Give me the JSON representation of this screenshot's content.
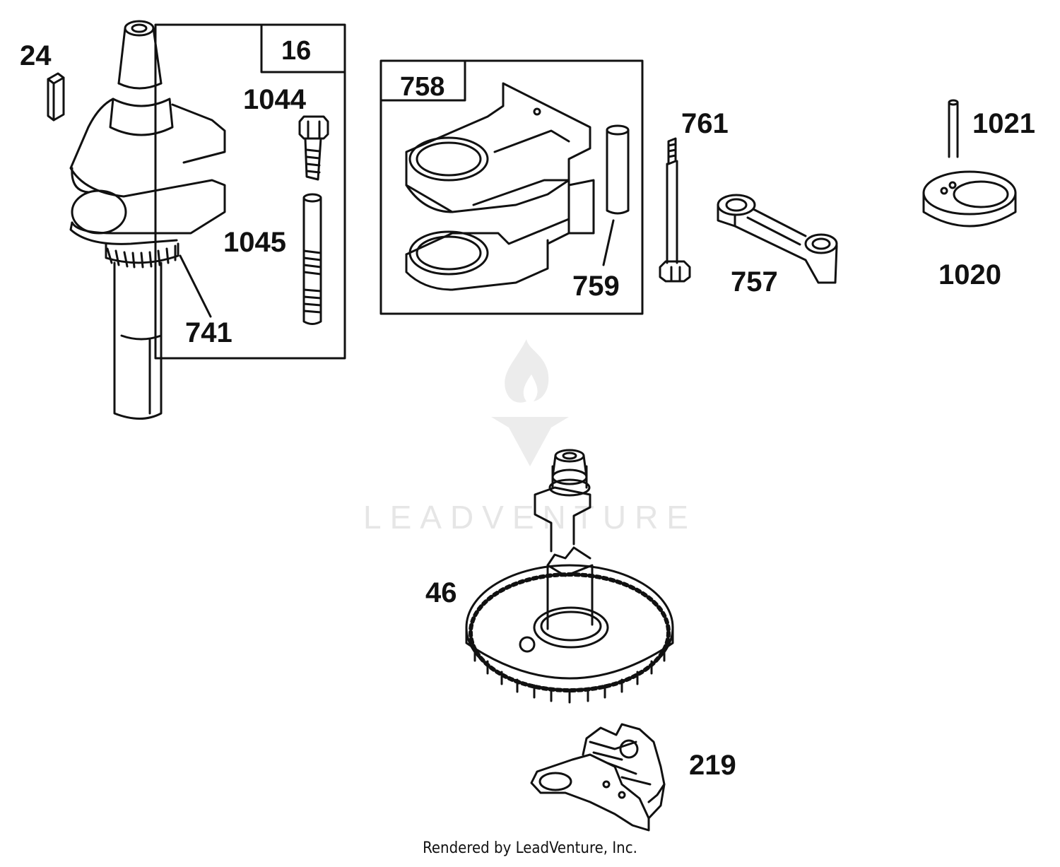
{
  "callouts": {
    "p24": "24",
    "p16": "16",
    "p1044": "1044",
    "p1045": "1045",
    "p741": "741",
    "p758": "758",
    "p759": "759",
    "p761": "761",
    "p757": "757",
    "p1021": "1021",
    "p1020": "1020",
    "p46": "46",
    "p219": "219"
  },
  "watermark": "LEADVENTURE",
  "footer": "Rendered by LeadVenture, Inc.",
  "colors": {
    "line": "#111111",
    "background": "#ffffff",
    "watermark": "#e6e6e6"
  }
}
